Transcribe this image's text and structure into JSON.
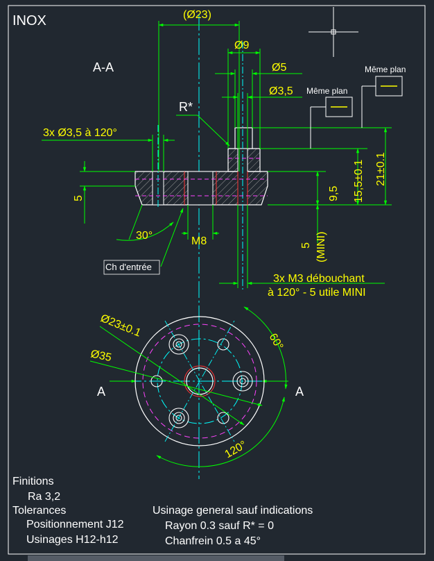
{
  "title": "INOX",
  "section": {
    "view_label": "A-A",
    "marker_left": "A",
    "marker_right": "A"
  },
  "dims": {
    "d23_ref": "(Ø23)",
    "d9": "Ø9",
    "d5": "Ø5",
    "d35": "Ø3,5",
    "r_star": "R*",
    "holes": "3x Ø3,5 à 120°",
    "h5_left": "5",
    "h9_5": "9,5",
    "h15_5": "15,5±0.1",
    "h21": "21±0.1",
    "angle30": "30°",
    "m8": "M8",
    "mini5": "5",
    "mini_label": "(MINI)",
    "chamfer": "Ch d'entrée",
    "thread_line1": "3x M3 débouchant",
    "thread_line2": "à 120° - 5 utile MINI",
    "pcd": "Ø23±0.1",
    "outer": "Ø35",
    "angle60": "60°",
    "angle120": "120°"
  },
  "same_plane": {
    "label1": "Même plan",
    "label2": "Même plan"
  },
  "notes": {
    "finitions": "Finitions",
    "ra": "Ra 3,2",
    "tolerances": "Tolerances",
    "positionnement": "Positionnement J12",
    "usinages": "Usinages H12-h12",
    "general": "Usinage general sauf indications",
    "rayon": "Rayon 0.3 sauf R* = 0",
    "chanfrein": "Chanfrein 0.5 a 45°"
  },
  "colors": {
    "background": "#212830",
    "geometry": "#ffffff",
    "dimension": "#ffff00",
    "centerline": "#00ffff",
    "hidden": "#ff44ff",
    "section_hatch": "#b0b0b0",
    "leader": "#00ff00"
  }
}
